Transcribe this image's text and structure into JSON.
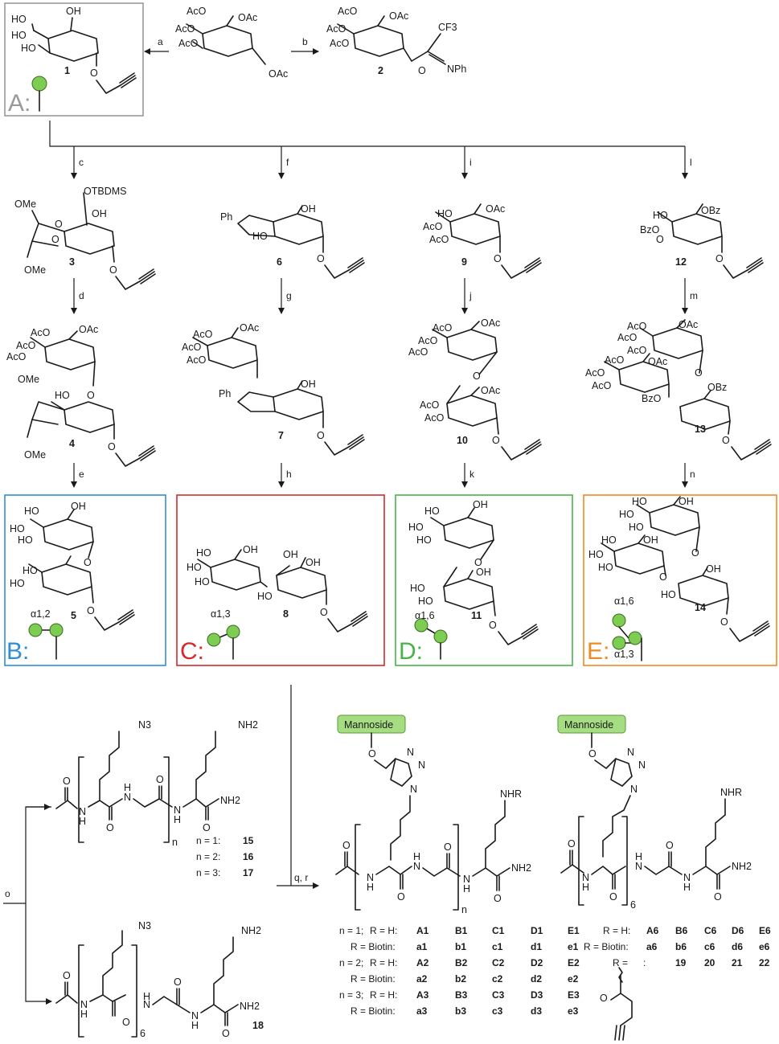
{
  "reagents": [
    "a",
    "b",
    "c",
    "d",
    "e",
    "f",
    "g",
    "h",
    "i",
    "j",
    "k",
    "l",
    "m",
    "n",
    "o",
    "q, r"
  ],
  "compounds": [
    "1",
    "2",
    "3",
    "4",
    "5",
    "6",
    "7",
    "8",
    "9",
    "10",
    "11",
    "12",
    "13",
    "14",
    "15",
    "16",
    "17",
    "18",
    "19",
    "20",
    "21",
    "22"
  ],
  "fragments": {
    "oac": "OAc",
    "aco": "AcO",
    "otbdms": "OTBDMS",
    "ome": "OMe",
    "ph": "Ph",
    "ho": "HO",
    "oh": "OH",
    "o": "O",
    "obz": "OBz",
    "bzo": "BzO",
    "cf3": "CF3",
    "nph": "NPh",
    "n": "N",
    "n3": "N3",
    "nh2": "NH2",
    "h": "H",
    "nhr": "NHR",
    "bzo_prime": "BzO"
  },
  "boxes": {
    "A": {
      "letter": "A:",
      "color": "#9a9a9a"
    },
    "B": {
      "letter": "B:",
      "color": "#2f8ed6",
      "link": "α1,2"
    },
    "C": {
      "letter": "C:",
      "color": "#d42a2a",
      "link": "α1,3"
    },
    "D": {
      "letter": "D:",
      "color": "#49b34a",
      "link": "α1,6"
    },
    "E": {
      "letter": "E:",
      "color": "#f08a24",
      "link1": "α1,6",
      "link2": "α1,3"
    }
  },
  "peptide": {
    "n_values": [
      "n = 1:",
      "n = 2:",
      "n = 3:"
    ],
    "n_compounds": [
      "15",
      "16",
      "17"
    ],
    "repeat_n": "n",
    "repeat_6": "6",
    "mannoside": "Mannoside"
  },
  "table_left": {
    "rows": [
      {
        "n": "n = 1;",
        "r": "R = H:",
        "vals": [
          "A1",
          "B1",
          "C1",
          "D1",
          "E1"
        ]
      },
      {
        "n": "",
        "r": "R = Biotin:",
        "vals": [
          "a1",
          "b1",
          "c1",
          "d1",
          "e1"
        ]
      },
      {
        "n": "n = 2;",
        "r": "R = H:",
        "vals": [
          "A2",
          "B2",
          "C2",
          "D2",
          "E2"
        ]
      },
      {
        "n": "",
        "r": "R = Biotin:",
        "vals": [
          "a2",
          "b2",
          "c2",
          "d2",
          "e2"
        ]
      },
      {
        "n": "n = 3;",
        "r": "R = H:",
        "vals": [
          "A3",
          "B3",
          "C3",
          "D3",
          "E3"
        ]
      },
      {
        "n": "",
        "r": "R = Biotin:",
        "vals": [
          "a3",
          "b3",
          "c3",
          "d3",
          "e3"
        ]
      }
    ]
  },
  "table_right": {
    "rows": [
      {
        "r": "R = H:",
        "vals": [
          "A6",
          "B6",
          "C6",
          "D6",
          "E6"
        ]
      },
      {
        "r": "R = Biotin:",
        "vals": [
          "a6",
          "b6",
          "c6",
          "d6",
          "e6"
        ]
      },
      {
        "r": "R =",
        "vals": [
          "",
          "19",
          "20",
          "21",
          "22"
        ]
      }
    ],
    "colon": ":"
  }
}
